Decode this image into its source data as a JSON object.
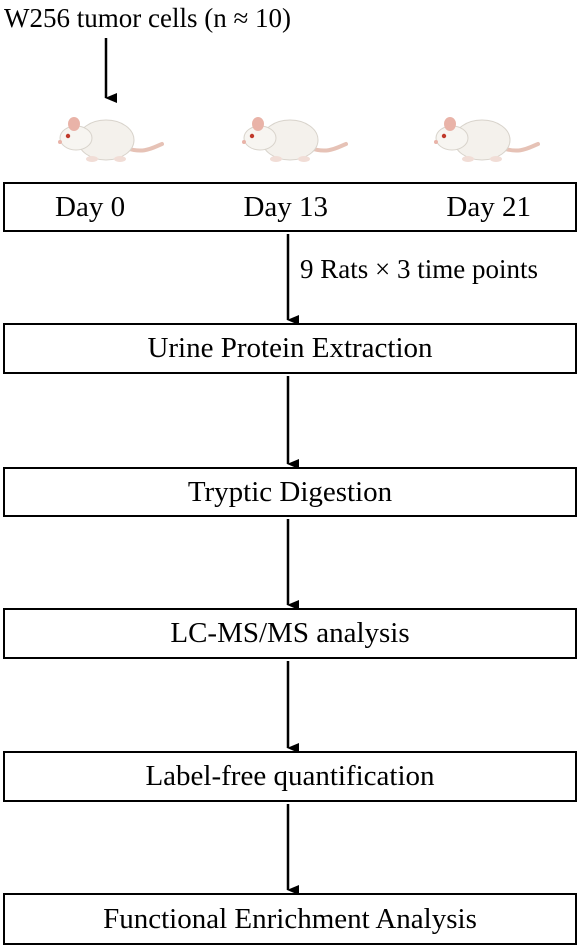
{
  "header": {
    "text": "W256 tumor cells (n ≈ 10)"
  },
  "timepoints": [
    "Day 0",
    "Day 13",
    "Day 21"
  ],
  "sampling_note": "9 Rats × 3 time points",
  "steps": [
    "Urine Protein Extraction",
    "Tryptic Digestion",
    "LC-MS/MS analysis",
    "Label-free quantification",
    "Functional Enrichment Analysis"
  ],
  "icons": [
    "rat-icon",
    "arrow-down-icon"
  ],
  "colors": {
    "line": "#000000",
    "rat_body": "#f4f1ec",
    "rat_ear": "#e9b3a8",
    "rat_tail": "#e6c2b6"
  }
}
